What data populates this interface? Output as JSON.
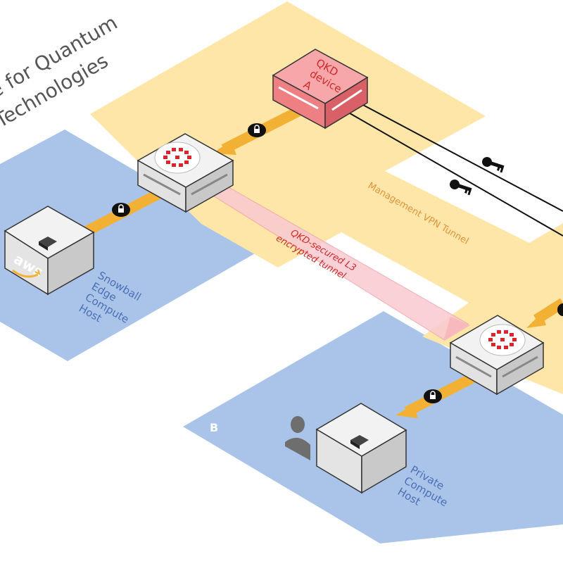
{
  "title": {
    "line1": "e for Quantum",
    "line2": "Technologies"
  },
  "zones": {
    "site_a_label": "",
    "site_b_label": "B",
    "management_label": "Management VPN Tunnel",
    "tunnel_label_1": "QKD-secured L3",
    "tunnel_label_2": "encrypted tunnel"
  },
  "devices": {
    "qkd_a": [
      "QKD",
      "device",
      "A"
    ],
    "snowball": [
      "Snowball",
      "Edge",
      "Compute",
      "Host"
    ],
    "private": [
      "Private",
      "Compute",
      "Host"
    ],
    "aws_logo": "aws"
  },
  "colors": {
    "blue_zone": "#aac4e9",
    "yellow_zone": "#fde6a8",
    "tunnel": "#f9c9cf",
    "pipe": "#f2b134",
    "qkd_red": "#f28c8f",
    "fortinet_red": "#d9252b",
    "label_blue": "#4a6fb5",
    "label_orange": "#e0943b",
    "label_red": "#cc2a2a"
  },
  "icons": {
    "lock": "lock-icon",
    "key": "key-icon",
    "person": "person-icon",
    "firewall": "fortinet-logo-icon",
    "cloud": "aws-logo-icon"
  }
}
